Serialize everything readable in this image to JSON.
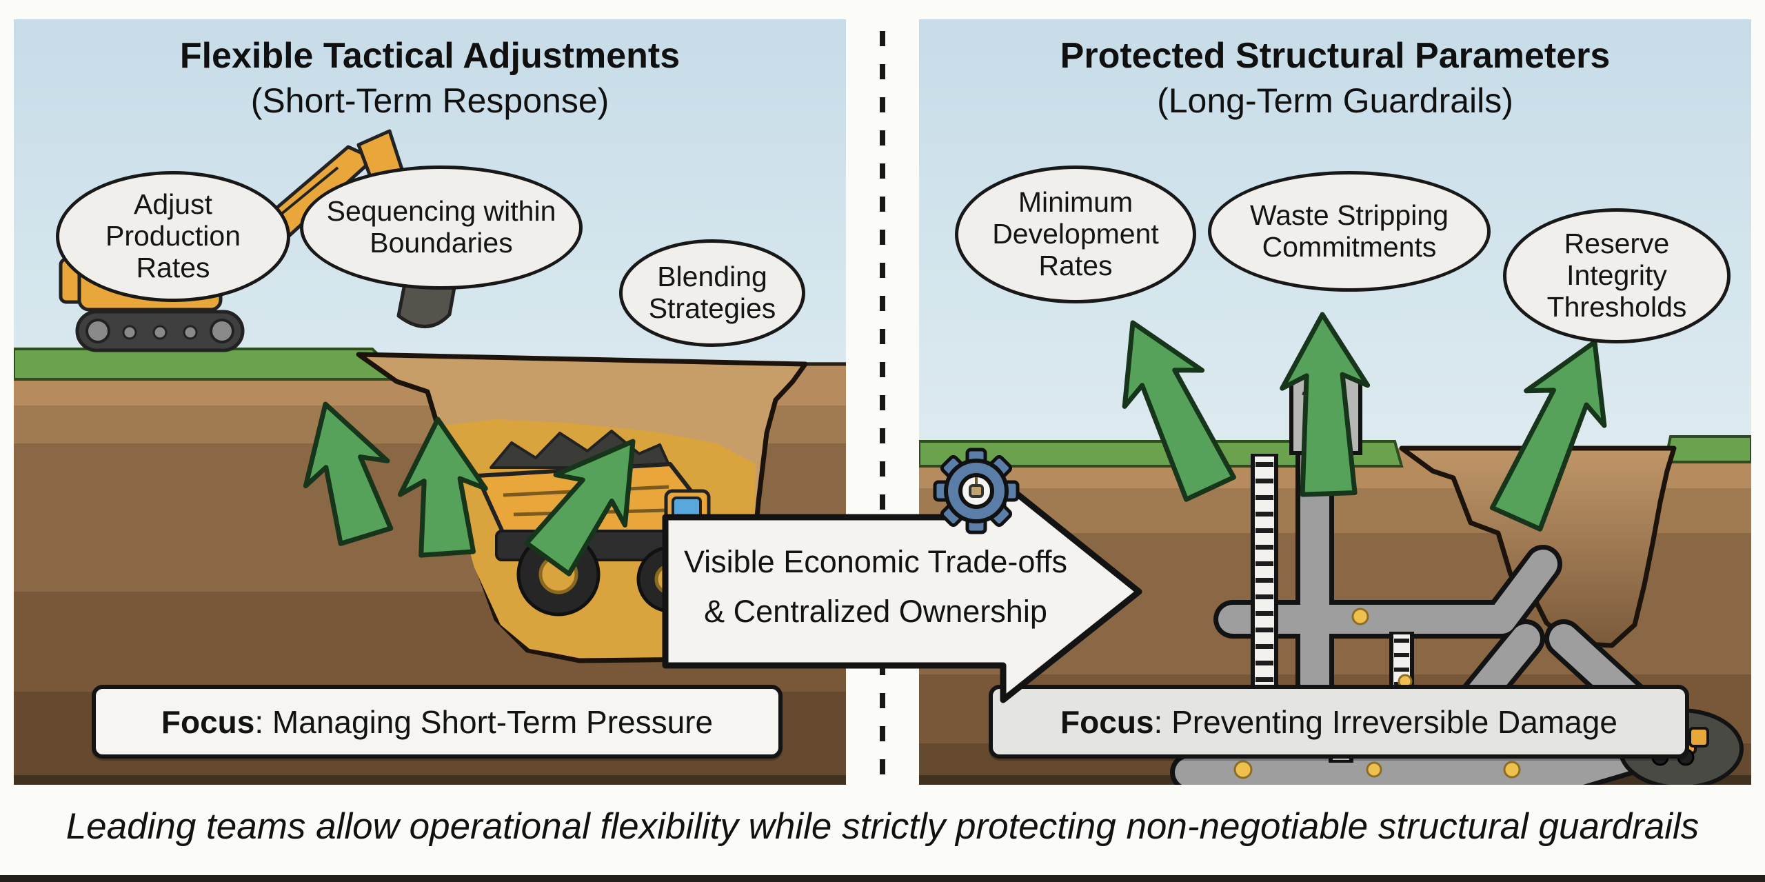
{
  "page": {
    "caption": "Leading teams allow operational flexibility while strictly protecting non-negotiable structural guardrails"
  },
  "left_panel": {
    "title": "Flexible Tactical Adjustments",
    "subtitle": "(Short-Term Response)",
    "bubbles": [
      "Adjust Production Rates",
      "Sequencing within Boundaries",
      "Blending Strategies"
    ],
    "focus_label": "Focus",
    "focus_text": ": Managing Short-Term Pressure"
  },
  "right_panel": {
    "title": "Protected Structural Parameters",
    "subtitle": "(Long-Term Guardrails)",
    "bubbles": [
      "Minimum Development Rates",
      "Waste Stripping Commitments",
      "Reserve Integrity Thresholds"
    ],
    "focus_label": "Focus",
    "focus_text": ": Preventing Irreversible Damage"
  },
  "center": {
    "arrow_line1": "Visible Economic Trade-offs",
    "arrow_line2": "& Centralized Ownership"
  },
  "icons": {
    "gear": "gear-icon",
    "excavator": "excavator-icon",
    "dump_truck": "dump-truck-icon",
    "mine_truck": "mine-truck-icon",
    "up_arrows": "green-up-arrow-icon"
  },
  "colors": {
    "sky_top": "#c7dce8",
    "sky_bottom": "#edf4f6",
    "grass": "#6aa24e",
    "ground_band1": "#b68c5e",
    "ground_band2": "#a07a50",
    "ground_band3": "#8a6845",
    "ground_band4": "#785839",
    "ground_band5": "#664a2f",
    "pit_wall_tan": "#c79e68",
    "pit_floor_gold": "#d9a43e",
    "arrow_green": "#57a25b",
    "machine_yellow": "#e9a73b",
    "tunnel_gray": "#9e9e9e",
    "gear_blue": "#5b7ea8",
    "bubble_fill": "#f0efeb",
    "big_arrow_fill": "#f4f3ef",
    "focus_left_bg": "#f6f5f1",
    "focus_right_bg": "#e4e4e0"
  }
}
